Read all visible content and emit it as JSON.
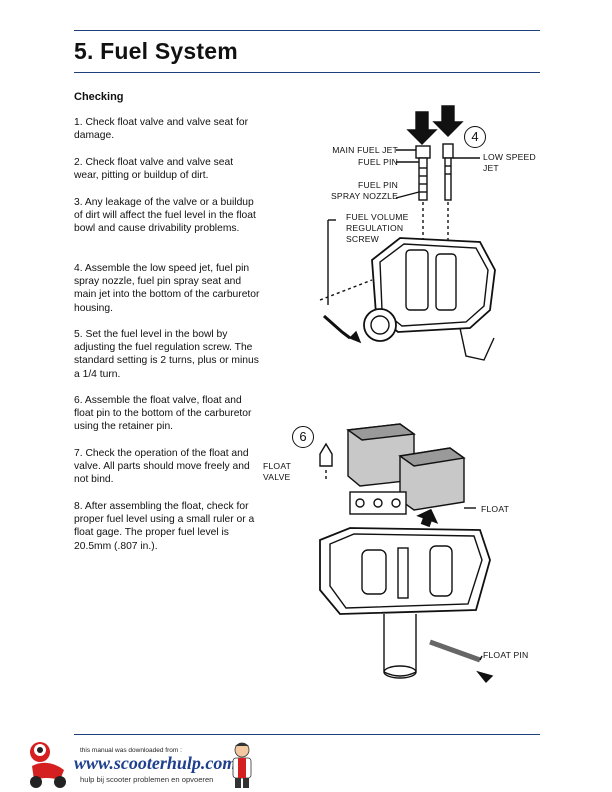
{
  "header": {
    "title": "5. Fuel System"
  },
  "section": {
    "heading": "Checking"
  },
  "steps": [
    "1.   Check float valve and valve seat for damage.",
    "2.   Check float valve and valve seat wear, pitting or buildup of dirt.",
    "3.   Any leakage of the valve or a buildup of dirt will affect the fuel level in the float bowl and cause drivability problems.",
    "4.   Assemble the low speed jet, fuel pin spray nozzle, fuel pin spray seat and main jet into the bottom of the carburetor housing.",
    "5.   Set the fuel level in the bowl by adjusting the fuel regulation screw. The standard setting is 2 turns, plus or minus a 1/4 turn.",
    "6.   Assemble the float valve, float and float pin to the bottom of the carburetor using the retainer pin.",
    "7.   Check the operation of the float and valve.  All parts should move freely and not bind.",
    "8.   After assembling the float, check for proper fuel level using a small ruler or a float gage.  The proper fuel level is 20.5mm (.807 in.)."
  ],
  "figure4": {
    "number": "4",
    "labels": {
      "main_fuel_jet": "MAIN FUEL JET",
      "fuel_pin": "FUEL PIN",
      "fuel_pin_spray_line1": "FUEL PIN",
      "fuel_pin_spray_line2": "SPRAY NOZZLE",
      "low_speed_line1": "LOW SPEED",
      "low_speed_line2": "JET",
      "fvr_line1": "FUEL VOLUME",
      "fvr_line2": "REGULATION",
      "fvr_line3": "SCREW"
    }
  },
  "figure6": {
    "number": "6",
    "labels": {
      "float_valve_line1": "FLOAT",
      "float_valve_line2": "VALVE",
      "float": "FLOAT",
      "float_pin": "FLOAT PIN"
    }
  },
  "footer": {
    "download_note": "this manual was downloaded from :",
    "url": "www.scooterhulp.com",
    "tagline": "hulp bij scooter problemen en opvoeren"
  }
}
